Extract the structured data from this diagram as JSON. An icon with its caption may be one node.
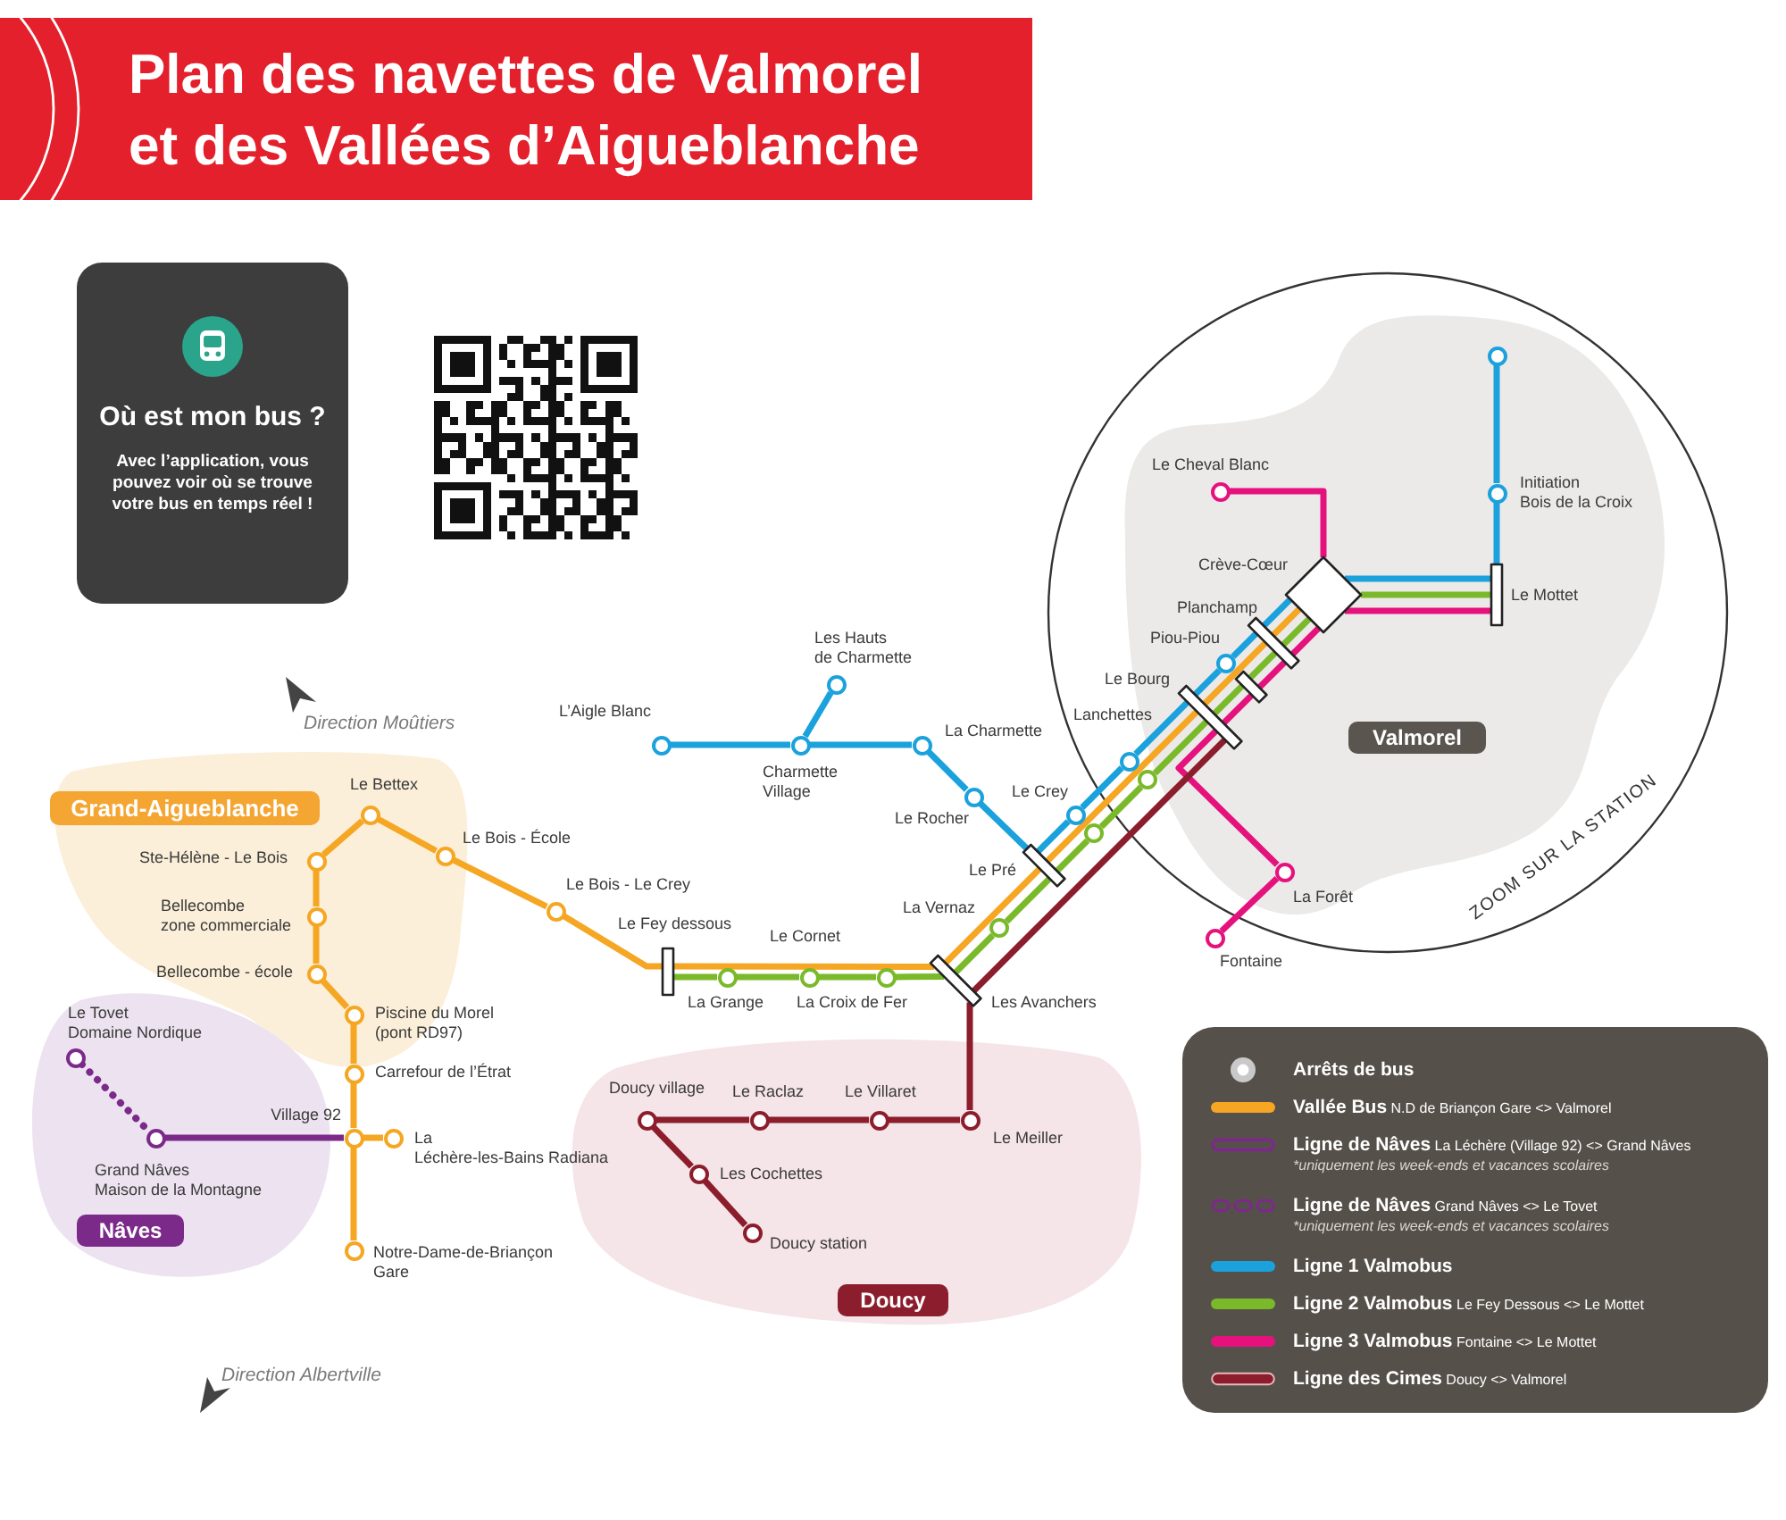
{
  "diagram": {
    "title": "Plan des navettes de Valmorel et des Vallées d’Aigueblanche",
    "nodes": [
      {
        "text": [
          "Où est mon bus ?",
          "Avec l’application, vous pouvez voir où se trouve votre bus en temps réel !"
        ]
      },
      {
        "text": [],
        "shape": "circle"
      },
      {
        "text": [],
        "shape": "circle",
        "beside": [
          "Le Cheval Blanc"
        ]
      },
      {
        "text": [],
        "shape": "circle",
        "beside": [
          "Initiation Bois de la Croix"
        ]
      },
      {
        "text": [],
        "shape": "diamond",
        "beside": [
          "Crève-Cœur"
        ]
      },
      {
        "text": [],
        "shape": "bar",
        "beside": [
          "Le Mottet"
        ]
      },
      {
        "text": [],
        "shape": "bar",
        "beside": [
          "Planchamp"
        ]
      },
      {
        "text": [],
        "shape": "circle",
        "beside": [
          "Piou-Piou"
        ]
      },
      {
        "text": [],
        "shape": "bar"
      },
      {
        "text": [],
        "shape": "bar",
        "beside": [
          "Le Bourg"
        ]
      },
      {
        "text": [],
        "shape": "circle",
        "beside": [
          "Lanchettes"
        ]
      },
      {
        "text": [],
        "shape": "circle"
      },
      {
        "text": [
          "Valmorel"
        ]
      },
      {
        "text": [],
        "shape": "circle",
        "beside": [
          "La Forêt"
        ]
      },
      {
        "text": [],
        "shape": "circle",
        "beside": [
          "Fontaine"
        ]
      },
      {
        "text": [],
        "shape": "circle",
        "beside": [
          "Les Hauts de Charmette"
        ]
      },
      {
        "text": [],
        "shape": "circle",
        "beside": [
          "L’Aigle Blanc"
        ]
      },
      {
        "text": [],
        "shape": "circle",
        "beside": [
          "Charmette Village"
        ]
      },
      {
        "text": [],
        "shape": "circle",
        "beside": [
          "La Charmette"
        ]
      },
      {
        "text": [],
        "shape": "circle",
        "beside": [
          "Le Rocher"
        ]
      },
      {
        "text": [],
        "shape": "circle",
        "beside": [
          "Le Crey"
        ]
      },
      {
        "text": [],
        "shape": "circle"
      },
      {
        "text": [],
        "shape": "bar",
        "beside": [
          "Le Pré"
        ]
      },
      {
        "text": [],
        "shape": "circle",
        "beside": [
          "La Vernaz"
        ]
      },
      {
        "text": [
          "Grand-Aigueblanche"
        ]
      },
      {
        "text": [],
        "shape": "circle",
        "beside": [
          "Le Bettex"
        ]
      },
      {
        "text": [],
        "shape": "circle",
        "beside": [
          "Le Bois - École"
        ]
      },
      {
        "text": [],
        "shape": "circle",
        "beside": [
          "Ste-Hélène - Le Bois"
        ]
      },
      {
        "text": [],
        "shape": "circle",
        "beside": [
          "Bellecombe zone commerciale"
        ]
      },
      {
        "text": [],
        "shape": "circle",
        "beside": [
          "Le Bois - Le Crey"
        ]
      },
      {
        "text": [],
        "shape": "circle",
        "beside": [
          "Bellecombe - école"
        ]
      },
      {
        "text": [],
        "shape": "bar",
        "beside": [
          "Le Fey dessous"
        ]
      },
      {
        "text": [],
        "shape": "circle",
        "beside": [
          "Le Cornet"
        ]
      },
      {
        "text": [],
        "shape": "circle",
        "beside": [
          "La Grange"
        ]
      },
      {
        "text": [],
        "shape": "circle",
        "beside": [
          "La Croix de Fer"
        ]
      },
      {
        "text": [],
        "shape": "bar",
        "beside": [
          "Les Avanchers"
        ]
      },
      {
        "text": [],
        "shape": "circle",
        "beside": [
          "Piscine du Morel (pont RD97)"
        ]
      },
      {
        "text": [],
        "shape": "circle",
        "beside": [
          "Carrefour de l’Étrat"
        ]
      },
      {
        "text": [],
        "shape": "circle",
        "beside": [
          "Le Tovet Domaine Nordique"
        ]
      },
      {
        "text": [],
        "shape": "circle",
        "beside": [
          "Village 92"
        ]
      },
      {
        "text": [],
        "shape": "circle",
        "beside": [
          "La Léchère-les-Bains Radiana"
        ]
      },
      {
        "text": [],
        "shape": "circle",
        "beside": [
          "Grand Nâves Maison de la Montagne"
        ]
      },
      {
        "text": [
          "Nâves"
        ]
      },
      {
        "text": [],
        "shape": "circle",
        "beside": [
          "Notre-Dame-de-Briançon Gare"
        ]
      },
      {
        "text": [],
        "shape": "circle",
        "beside": [
          "Doucy village"
        ]
      },
      {
        "text": [],
        "shape": "circle",
        "beside": [
          "Le Raclaz"
        ]
      },
      {
        "text": [],
        "shape": "circle",
        "beside": [
          "Le Villaret"
        ]
      },
      {
        "text": [],
        "shape": "circle",
        "beside": [
          "Le Meiller"
        ]
      },
      {
        "text": [],
        "shape": "circle",
        "beside": [
          "Les Cochettes"
        ]
      },
      {
        "text": [],
        "shape": "circle",
        "beside": [
          "Doucy station"
        ]
      },
      {
        "text": [
          "Doucy"
        ]
      }
    ],
    "edges": [
      {
        "from": 43,
        "to": 39,
        "arrow": "none",
        "color": "#f5a623"
      },
      {
        "from": 39,
        "to": 37,
        "arrow": "none",
        "color": "#f5a623"
      },
      {
        "from": 37,
        "to": 36,
        "arrow": "none",
        "color": "#f5a623"
      },
      {
        "from": 36,
        "to": 30,
        "arrow": "none",
        "color": "#f5a623"
      },
      {
        "from": 30,
        "to": 28,
        "arrow": "none",
        "color": "#f5a623"
      },
      {
        "from": 28,
        "to": 27,
        "arrow": "none",
        "color": "#f5a623"
      },
      {
        "from": 27,
        "to": 25,
        "arrow": "none",
        "color": "#f5a623"
      },
      {
        "from": 25,
        "to": 26,
        "arrow": "none",
        "color": "#f5a623"
      },
      {
        "from": 26,
        "to": 29,
        "arrow": "none",
        "color": "#f5a623"
      },
      {
        "from": 29,
        "to": 31,
        "arrow": "none",
        "color": "#f5a623"
      },
      {
        "from": 31,
        "to": 35,
        "arrow": "none",
        "color": "#f5a623"
      },
      {
        "from": 35,
        "to": 22,
        "arrow": "none",
        "color": "#f5a623"
      },
      {
        "from": 22,
        "to": 9,
        "arrow": "none",
        "color": "#f5a623"
      },
      {
        "from": 9,
        "to": 6,
        "arrow": "none",
        "color": "#f5a623"
      },
      {
        "from": 6,
        "to": 4,
        "arrow": "none",
        "color": "#f5a623"
      },
      {
        "from": 39,
        "to": 40,
        "arrow": "none",
        "color": "#f5a623"
      },
      {
        "from": 41,
        "to": 39,
        "arrow": "none",
        "color": "#7b2a8a"
      },
      {
        "from": 38,
        "to": 41,
        "arrow": "none",
        "style": "dashed",
        "color": "#7b2a8a"
      },
      {
        "from": 16,
        "to": 17,
        "arrow": "none",
        "color": "#1ba1dc"
      },
      {
        "from": 17,
        "to": 15,
        "arrow": "none",
        "color": "#1ba1dc"
      },
      {
        "from": 17,
        "to": 18,
        "arrow": "none",
        "color": "#1ba1dc"
      },
      {
        "from": 18,
        "to": 19,
        "arrow": "none",
        "color": "#1ba1dc"
      },
      {
        "from": 19,
        "to": 22,
        "arrow": "none",
        "color": "#1ba1dc"
      },
      {
        "from": 22,
        "to": 20,
        "arrow": "none",
        "color": "#1ba1dc"
      },
      {
        "from": 20,
        "to": 10,
        "arrow": "none",
        "color": "#1ba1dc"
      },
      {
        "from": 10,
        "to": 9,
        "arrow": "none",
        "color": "#1ba1dc"
      },
      {
        "from": 9,
        "to": 7,
        "arrow": "none",
        "color": "#1ba1dc"
      },
      {
        "from": 7,
        "to": 6,
        "arrow": "none",
        "color": "#1ba1dc"
      },
      {
        "from": 6,
        "to": 4,
        "arrow": "none",
        "color": "#1ba1dc"
      },
      {
        "from": 4,
        "to": 5,
        "arrow": "none",
        "color": "#1ba1dc"
      },
      {
        "from": 5,
        "to": 3,
        "arrow": "none",
        "color": "#1ba1dc"
      },
      {
        "from": 3,
        "to": 1,
        "arrow": "none",
        "color": "#1ba1dc"
      },
      {
        "from": 31,
        "to": 33,
        "arrow": "none",
        "color": "#7ab929"
      },
      {
        "from": 33,
        "to": 32,
        "arrow": "none",
        "color": "#7ab929"
      },
      {
        "from": 32,
        "to": 34,
        "arrow": "none",
        "color": "#7ab929"
      },
      {
        "from": 34,
        "to": 35,
        "arrow": "none",
        "color": "#7ab929"
      },
      {
        "from": 35,
        "to": 23,
        "arrow": "none",
        "color": "#7ab929"
      },
      {
        "from": 23,
        "to": 22,
        "arrow": "none",
        "color": "#7ab929"
      },
      {
        "from": 22,
        "to": 21,
        "arrow": "none",
        "color": "#7ab929"
      },
      {
        "from": 21,
        "to": 11,
        "arrow": "none",
        "color": "#7ab929"
      },
      {
        "from": 11,
        "to": 9,
        "arrow": "none",
        "color": "#7ab929"
      },
      {
        "from": 9,
        "to": 8,
        "arrow": "none",
        "color": "#7ab929"
      },
      {
        "from": 8,
        "to": 6,
        "arrow": "none",
        "color": "#7ab929"
      },
      {
        "from": 6,
        "to": 4,
        "arrow": "none",
        "color": "#7ab929"
      },
      {
        "from": 4,
        "to": 5,
        "arrow": "none",
        "color": "#7ab929"
      },
      {
        "from": 14,
        "to": 13,
        "arrow": "none",
        "color": "#e5127d"
      },
      {
        "from": 13,
        "to": 9,
        "arrow": "none",
        "color": "#e5127d"
      },
      {
        "from": 9,
        "to": 8,
        "arrow": "none",
        "color": "#e5127d"
      },
      {
        "from": 8,
        "to": 6,
        "arrow": "none",
        "color": "#e5127d"
      },
      {
        "from": 6,
        "to": 4,
        "arrow": "none",
        "color": "#e5127d"
      },
      {
        "from": 4,
        "to": 5,
        "arrow": "none",
        "color": "#e5127d"
      },
      {
        "from": 2,
        "to": 4,
        "arrow": "none",
        "color": "#e5127d"
      },
      {
        "from": 49,
        "to": 48,
        "arrow": "none",
        "color": "#8c1d2c"
      },
      {
        "from": 48,
        "to": 44,
        "arrow": "none",
        "color": "#8c1d2c"
      },
      {
        "from": 44,
        "to": 45,
        "arrow": "none",
        "color": "#8c1d2c"
      },
      {
        "from": 45,
        "to": 46,
        "arrow": "none",
        "color": "#8c1d2c"
      },
      {
        "from": 46,
        "to": 47,
        "arrow": "none",
        "color": "#8c1d2c"
      },
      {
        "from": 47,
        "to": 35,
        "arrow": "none",
        "color": "#8c1d2c"
      },
      {
        "from": 35,
        "to": 9,
        "arrow": "none",
        "color": "#8c1d2c"
      }
    ],
    "labels": [
      "Direction Moûtiers",
      "ZOOM SUR LA STATION",
      "*uniquement les week-ends et vacances scolaires",
      "*uniquement les week-ends et vacances scolaires",
      "Direction Albertville"
    ],
    "legend": [
      {
        "text": "Arrêts de bus"
      },
      {
        "text": "**Vallée Bus** N.D de Briançon Gare <> Valmorel",
        "color": "#f5a623"
      },
      {
        "text": "**Ligne de Nâves** La Léchère (Village 92) <> Grand Nâves",
        "color": "#7b2a8a"
      },
      {
        "text": "**Ligne de Nâves** Grand Nâves <> Le Tovet",
        "color": "#7b2a8a"
      },
      {
        "text": "Ligne 1 Valmobus",
        "color": "#1ba1dc"
      },
      {
        "text": "**Ligne 2 Valmobus** Le Fey Dessous <> Le Mottet",
        "color": "#7ab929"
      },
      {
        "text": "**Ligne 3 Valmobus** Fontaine <> Le Mottet",
        "color": "#e5127d"
      },
      {
        "text": "**Ligne des Cimes** Doucy <> Valmorel",
        "color": "#8c1d2c"
      }
    ]
  }
}
